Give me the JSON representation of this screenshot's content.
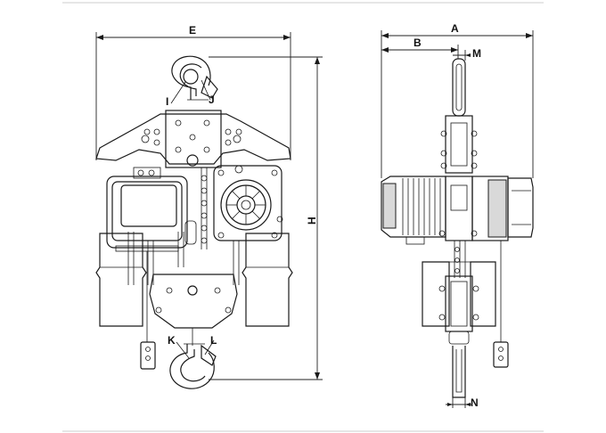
{
  "labels": {
    "E": "E",
    "A": "A",
    "B": "B",
    "M": "M",
    "H": "H",
    "I": "I",
    "J": "J",
    "K": "K",
    "L": "L",
    "N": "N"
  },
  "colors": {
    "line": "#1a1a1a",
    "shade": "#d9d9d9",
    "background": "#ffffff"
  }
}
